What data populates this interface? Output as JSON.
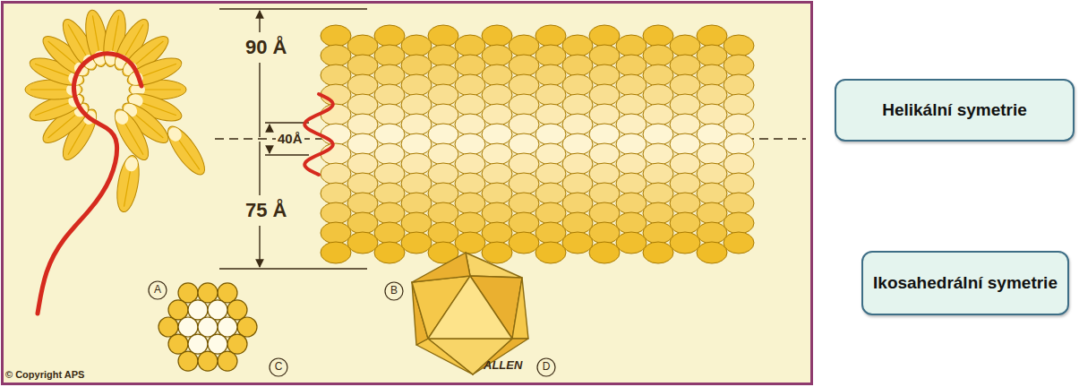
{
  "diagram": {
    "nodes": [
      {
        "text": [
          "Helikální symetrie"
        ]
      },
      {
        "text": [
          "Ikosahedrální symetrie"
        ]
      }
    ],
    "labels": [
      "90 Å",
      "40Å",
      "75 Å",
      "A",
      "B",
      "C",
      "D",
      "ALLEN",
      "© Copyright APS"
    ]
  }
}
